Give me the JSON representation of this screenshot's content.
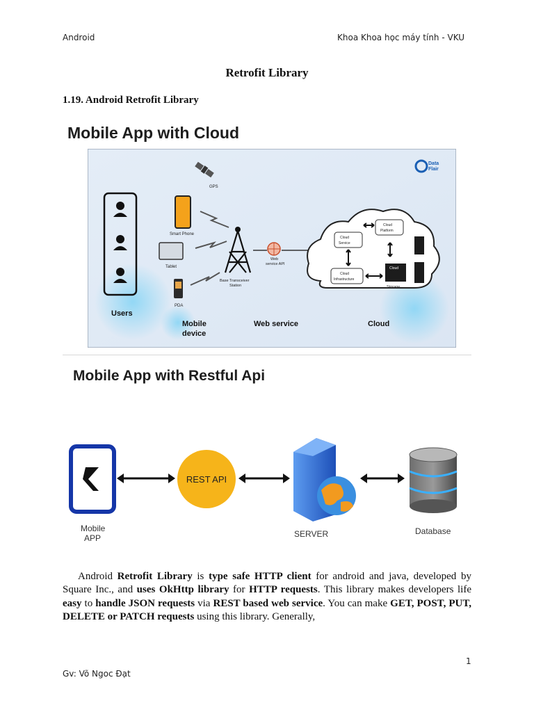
{
  "header": {
    "left": "Android",
    "right": "Khoa Khoa học máy tính - VKU"
  },
  "title": "Retrofit Library",
  "section_heading": "1.19. Android Retrofit Library",
  "figure1": {
    "title": "Mobile App with Cloud",
    "logo": "Data Flair",
    "labels": {
      "gps": "GPS",
      "smart_phone": "Smart Phone",
      "tablet": "Tablet",
      "pda": "PDA",
      "bts": "Base Transceiver Station",
      "web_api": "Web service API",
      "cloud_service": "Cloud Service",
      "cloud_platform": "Cloud Platform",
      "cloud_infra": "Cloud Infrastructure",
      "cloud_box": "Cloud",
      "storage": "Storage",
      "users": "Users",
      "mobile_device": "Mobile device",
      "web_service": "Web service",
      "cloud": "Cloud"
    }
  },
  "figure2": {
    "title": "Mobile App with Restful Api",
    "labels": {
      "mobile_app": "Mobile APP",
      "rest_api": "REST API",
      "server": "SERVER",
      "database": "Database"
    }
  },
  "paragraph": {
    "p01": "Android ",
    "p02": "Retrofit Library",
    "p03": " is ",
    "p04": "type safe HTTP client",
    "p05": " for android and java, developed by Square Inc., and ",
    "p06": "uses OkHttp library",
    "p07": " for ",
    "p08": "HTTP requests",
    "p09": ". This library makes developers life ",
    "p10": "easy",
    "p11": " to ",
    "p12": "handle JSON requests",
    "p13": " via ",
    "p14": "REST based web service",
    "p15": ". You can make ",
    "p16": "GET, POST, PUT, DELETE or PATCH requests",
    "p17": " using this library. Generally,"
  },
  "footer": {
    "page_number": "1",
    "author": "Gv: Võ Ngoc Đạt"
  },
  "colors": {
    "phone_orange": "#f4a21b",
    "rest_api_yellow": "#f6b41a",
    "server_blue": "#2e6fd9",
    "phone_blue": "#1536a8"
  }
}
